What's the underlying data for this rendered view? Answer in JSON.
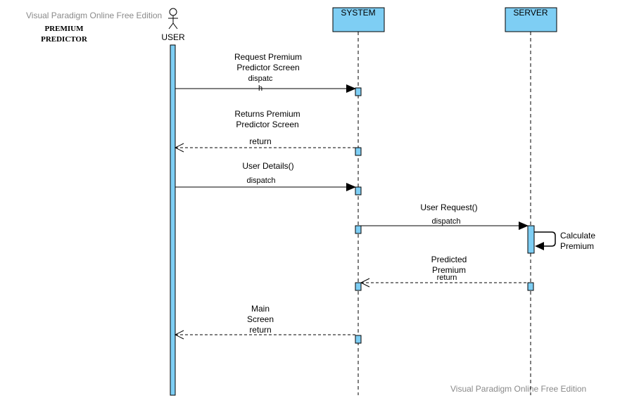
{
  "watermark_top": "Visual Paradigm Online Free Edition",
  "watermark_bottom": "Visual Paradigm Online Free Edition",
  "title_lines": [
    "PREMIUM",
    "PREDICTOR"
  ],
  "actor": {
    "label": "USER"
  },
  "lifelines": {
    "system": "SYSTEM",
    "server": "SERVER"
  },
  "messages": {
    "m1": {
      "lines": [
        "Request Premium",
        "Predictor Screen"
      ],
      "kind_lines": [
        "dispatc",
        "h"
      ]
    },
    "m2": {
      "lines": [
        "Returns Premium",
        "Predictor Screen"
      ],
      "kind": "return"
    },
    "m3": {
      "label": "User Details()",
      "kind": "dispatch"
    },
    "m4": {
      "label": "User Request()",
      "kind": "dispatch"
    },
    "m5": {
      "lines": [
        "Calculate",
        "Premium"
      ]
    },
    "m6": {
      "lines": [
        "Predicted",
        "Premium"
      ],
      "kind": "return"
    },
    "m7": {
      "lines": [
        "Main",
        "Screen"
      ],
      "kind": "return"
    }
  },
  "colors": {
    "lifeline_fill": "#7ecef4",
    "stroke": "#000000",
    "watermark": "#8a8a8a"
  }
}
